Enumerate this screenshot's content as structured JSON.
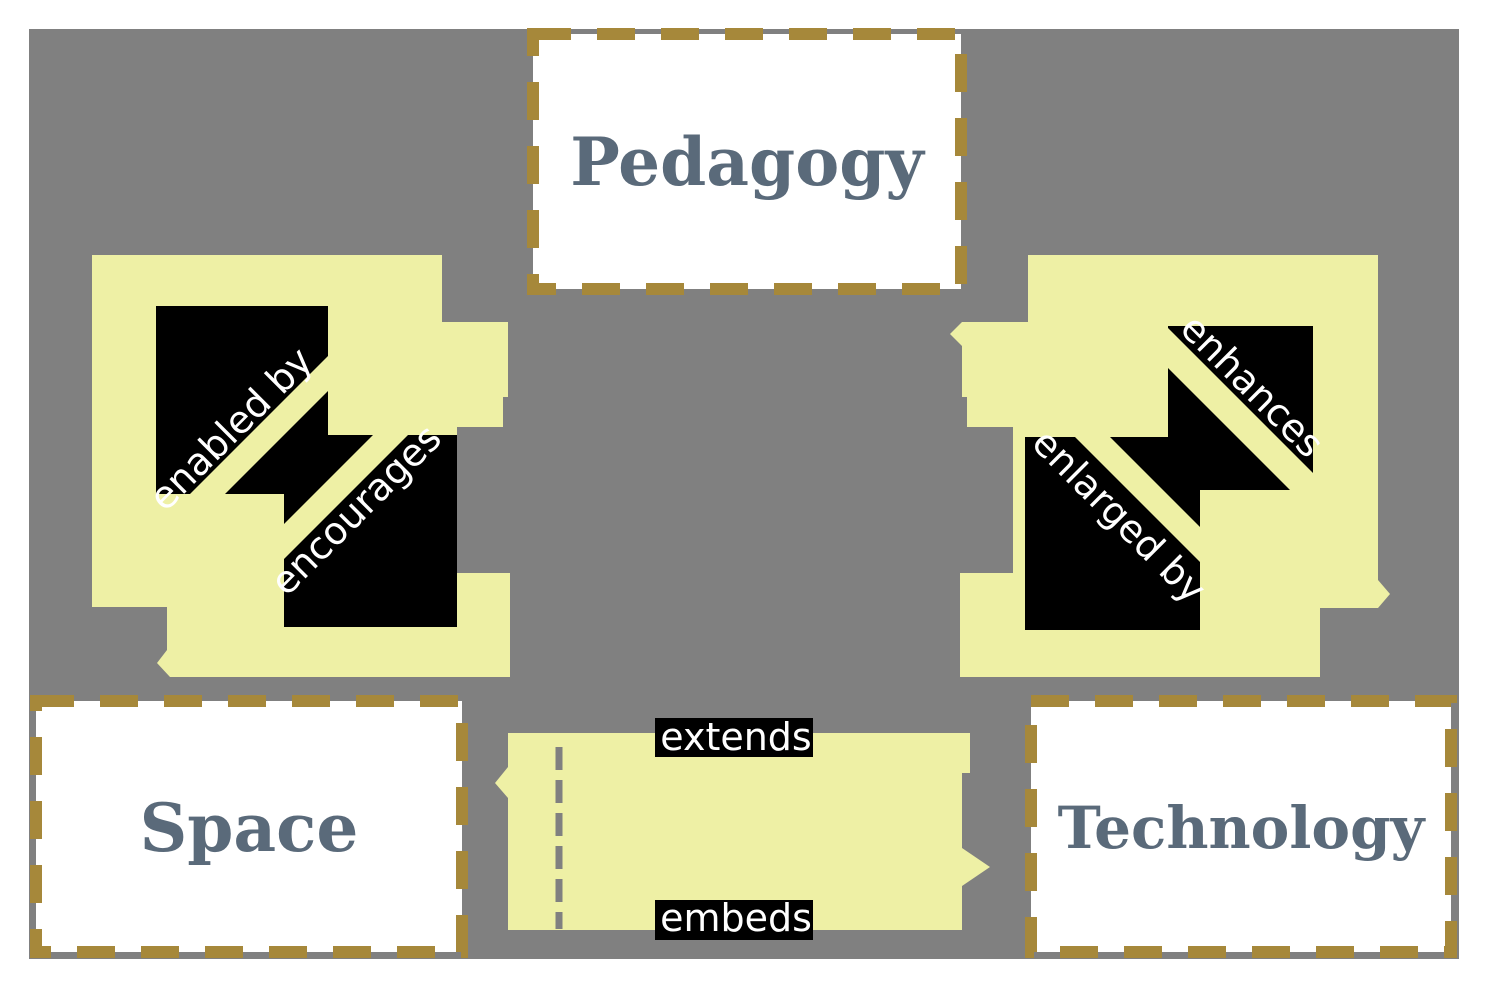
{
  "colors": {
    "page_background": "#ffffff",
    "diagram_background_gray": "#808080",
    "arrow_yellow": "#eef0a5",
    "box_border_gold": "#a6883a",
    "box_fill_white": "#ffffff",
    "node_text_slate": "#5a6a7a",
    "label_panel_black": "#000000",
    "arrow_label_white": "#ffffff"
  },
  "diagram": {
    "nodes": [
      {
        "id": "pedagogy",
        "label": "Pedagogy"
      },
      {
        "id": "space",
        "label": "Space"
      },
      {
        "id": "technology",
        "label": "Technology"
      }
    ],
    "edges": [
      {
        "id": "space-pedagogy",
        "labels": [
          "enabled by",
          "encourages"
        ]
      },
      {
        "id": "technology-pedagogy",
        "labels": [
          "enhances",
          "enlarged by"
        ]
      },
      {
        "id": "space-technology",
        "labels": [
          "extends",
          "embeds"
        ]
      }
    ]
  }
}
